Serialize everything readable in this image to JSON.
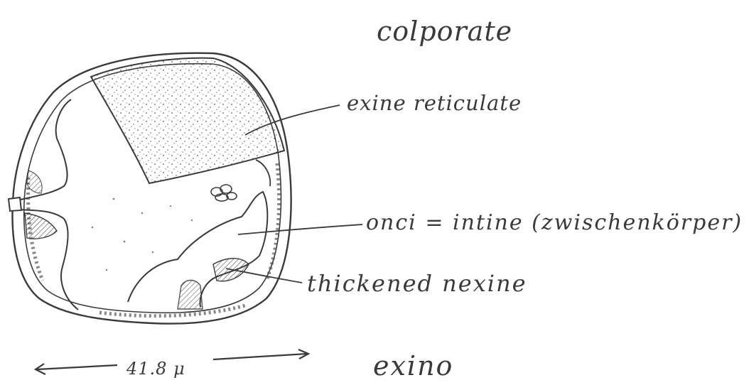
{
  "labels": {
    "colporate": "colporate",
    "exine_reticulate": "exine reticulate",
    "onci_intine": "onci = intine (zwischenkörper)",
    "thickened_nexine": "thickened nexine",
    "exino": "exino",
    "scale": "41.8 μ"
  },
  "colors": {
    "ink": "#3a3a3a",
    "paper": "#ffffff"
  }
}
